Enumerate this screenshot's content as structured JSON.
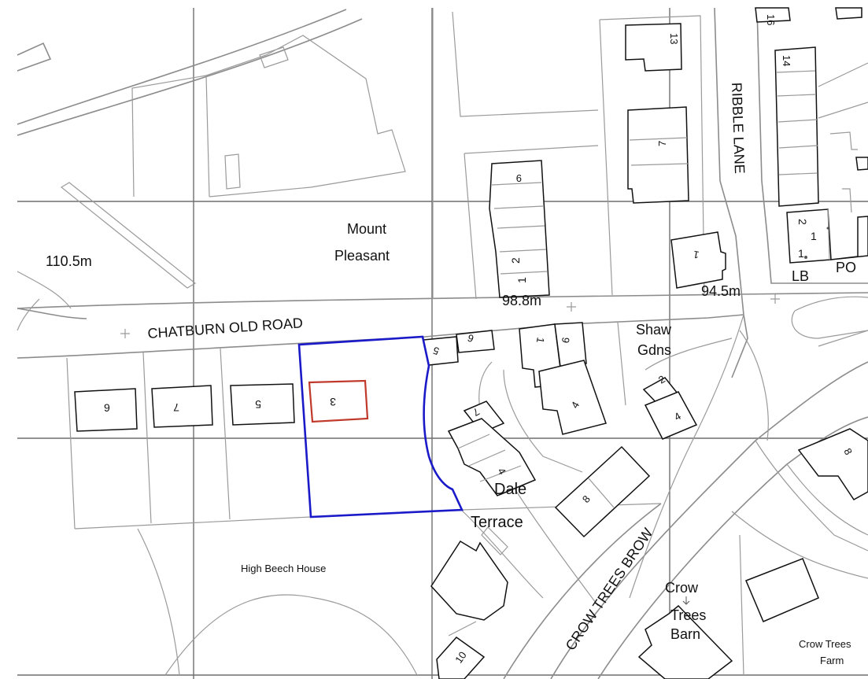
{
  "places": {
    "mount": "Mount",
    "pleasant": "Pleasant",
    "shaw": "Shaw",
    "gdns": "Gdns",
    "dale": "Dale",
    "terrace": "Terrace",
    "high_beech": "High Beech House",
    "crow": "Crow",
    "trees": "Trees",
    "barn": "Barn",
    "crow_trees_farm_1": "Crow Trees",
    "crow_trees_farm_2": "Farm"
  },
  "roads": {
    "chatburn": "CHATBURN OLD ROAD",
    "ribble": "RIBBLE LANE",
    "crow_brow": "CROW TREES BROW"
  },
  "heights": {
    "h1": "110.5m",
    "h2": "98.8m",
    "h3": "94.5m"
  },
  "markers": {
    "lb": "LB",
    "po": "PO"
  },
  "house_numbers": {
    "n16": "16",
    "n13": "13",
    "n14": "14",
    "n7a": "7",
    "n9": "9",
    "n2a": "2",
    "n1a": "1",
    "n2b": "2",
    "n1b": "1",
    "n1c": "1",
    "n6a": "6",
    "n5a": "5",
    "n1d": "1",
    "n1e": "1",
    "n9b": "9",
    "n7b": "7",
    "n5b": "5",
    "n3": "3",
    "n2c": "2",
    "n4a": "4",
    "n4b": "4",
    "n7c": "7",
    "n4c": "4",
    "n8a": "8",
    "n8b": "8",
    "n10": "10"
  },
  "colors": {
    "site_boundary": "#1a1ac8",
    "subject_plot": "#c0392b",
    "road_lines": "#8c8c8c",
    "buildings": "#111111"
  }
}
